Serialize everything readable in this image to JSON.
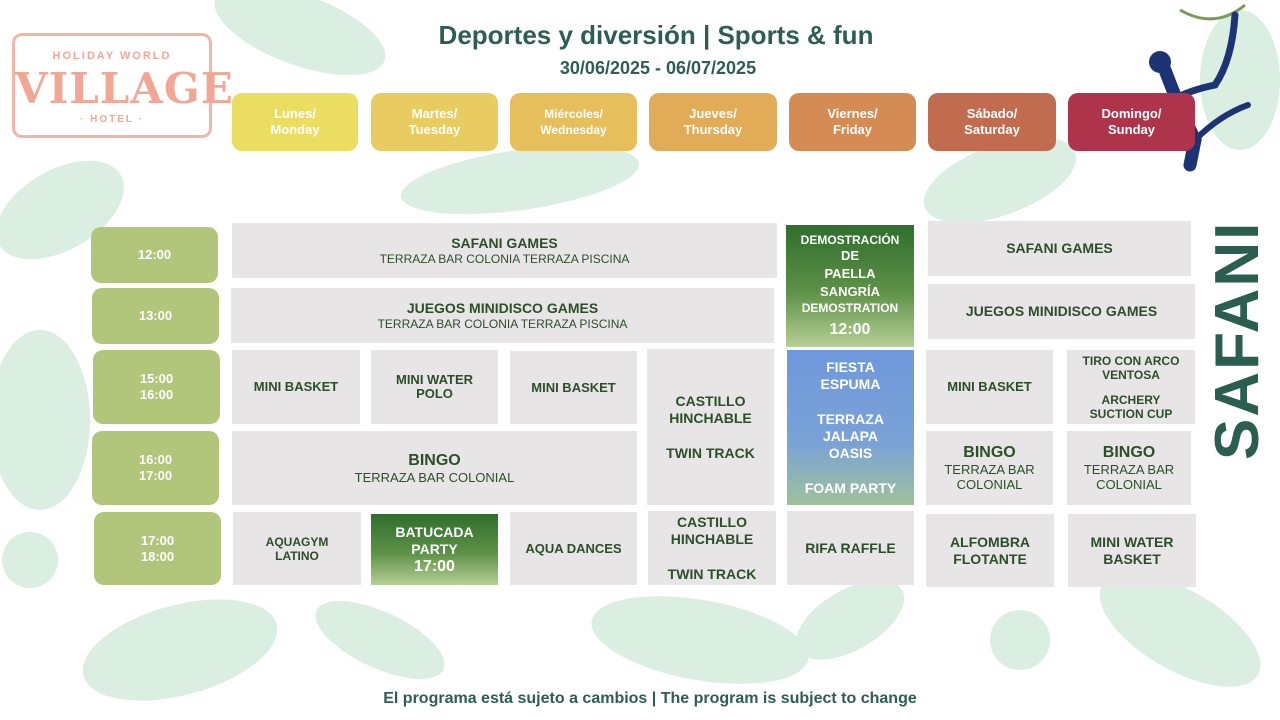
{
  "header": {
    "title": "Deportes y diversión | Sports & fun",
    "dates": "30/06/2025 - 06/07/2025"
  },
  "logo": {
    "top": "HOLIDAY WORLD",
    "main": "VILLAGE",
    "bottom": "· HOTEL ·"
  },
  "brand": "SAFANI",
  "days": [
    {
      "es": "Lunes/",
      "en": "Monday",
      "color": "#ebdd62"
    },
    {
      "es": "Martes/",
      "en": "Tuesday",
      "color": "#e9cc5f"
    },
    {
      "es": "Miércoles/",
      "en": "Wednesday",
      "color": "#e7be5c"
    },
    {
      "es": "Jueves/",
      "en": "Thursday",
      "color": "#e2ab57"
    },
    {
      "es": "Viernes/",
      "en": "Friday",
      "color": "#d58b54"
    },
    {
      "es": "Sábado/",
      "en": "Saturday",
      "color": "#c26c4f"
    },
    {
      "es": "Domingo/",
      "en": "Sunday",
      "color": "#ad344a"
    }
  ],
  "times": [
    {
      "l1": "12:00",
      "l2": ""
    },
    {
      "l1": "13:00",
      "l2": ""
    },
    {
      "l1": "15:00",
      "l2": "16:00"
    },
    {
      "l1": "16:00",
      "l2": "17:00"
    },
    {
      "l1": "17:00",
      "l2": "18:00"
    }
  ],
  "activities": {
    "safani_games_mon_thu": {
      "title": "SAFANI  GAMES",
      "sub": "TERRAZA BAR COLONIA  TERRAZA PISCINA"
    },
    "juegos_mon_thu": {
      "title": "JUEGOS MINIDISCO GAMES",
      "sub": "TERRAZA BAR COLONIA  TERRAZA PISCINA"
    },
    "paella": {
      "l1": "DEMOSTRACIÓN",
      "l2": "DE",
      "l3": "PAELLA",
      "l4": "SANGRÍA",
      "l5": "DEMOSTRATION",
      "time": "12:00"
    },
    "safani_games_weekend": {
      "title": "SAFANI  GAMES"
    },
    "juegos_weekend": {
      "title": "JUEGOS MINIDISCO GAMES"
    },
    "mini_basket_mon": {
      "title": "MINI BASKET"
    },
    "mini_water_polo": {
      "l1": "MINI WATER",
      "l2": "POLO"
    },
    "mini_basket_wed": {
      "title": "MINI BASKET"
    },
    "castillo_1": {
      "l1": "CASTILLO",
      "l2": "HINCHABLE",
      "l3": "TWIN TRACK"
    },
    "fiesta_espuma": {
      "l1": "FIESTA",
      "l2": "ESPUMA",
      "l3": "TERRAZA",
      "l4": "JALAPA",
      "l5": "OASIS",
      "l6": "FOAM PARTY"
    },
    "mini_basket_sat": {
      "title": "MINI BASKET"
    },
    "tiro_arco": {
      "l1": "TIRO CON ARCO",
      "l2": "VENTOSA",
      "l3": "ARCHERY",
      "l4": "SUCTION  CUP"
    },
    "bingo_mon_wed": {
      "title": "BINGO",
      "sub": "TERRAZA  BAR COLONIAL"
    },
    "bingo_sat": {
      "title": "BINGO",
      "l1": "TERRAZA  BAR",
      "l2": "COLONIAL"
    },
    "bingo_sun": {
      "title": "BINGO",
      "l1": "TERRAZA  BAR",
      "l2": "COLONIAL"
    },
    "aquagym": {
      "l1": "AQUAGYM",
      "l2": "LATINO"
    },
    "batucada": {
      "l1": "BATUCADA",
      "l2": "PARTY",
      "time": "17:00"
    },
    "aqua_dances": {
      "title": "AQUA  DANCES"
    },
    "castillo_2": {
      "l1": "CASTILLO",
      "l2": "HINCHABLE",
      "l3": "TWIN TRACK"
    },
    "rifa": {
      "title": "RIFA RAFFLE"
    },
    "alfombra": {
      "l1": "ALFOMBRA",
      "l2": "FLOTANTE"
    },
    "mini_water_basket": {
      "l1": "MINI WATER",
      "l2": "BASKET"
    }
  },
  "footer": "El programa está sujeto a cambios  |  The program is subject to change"
}
